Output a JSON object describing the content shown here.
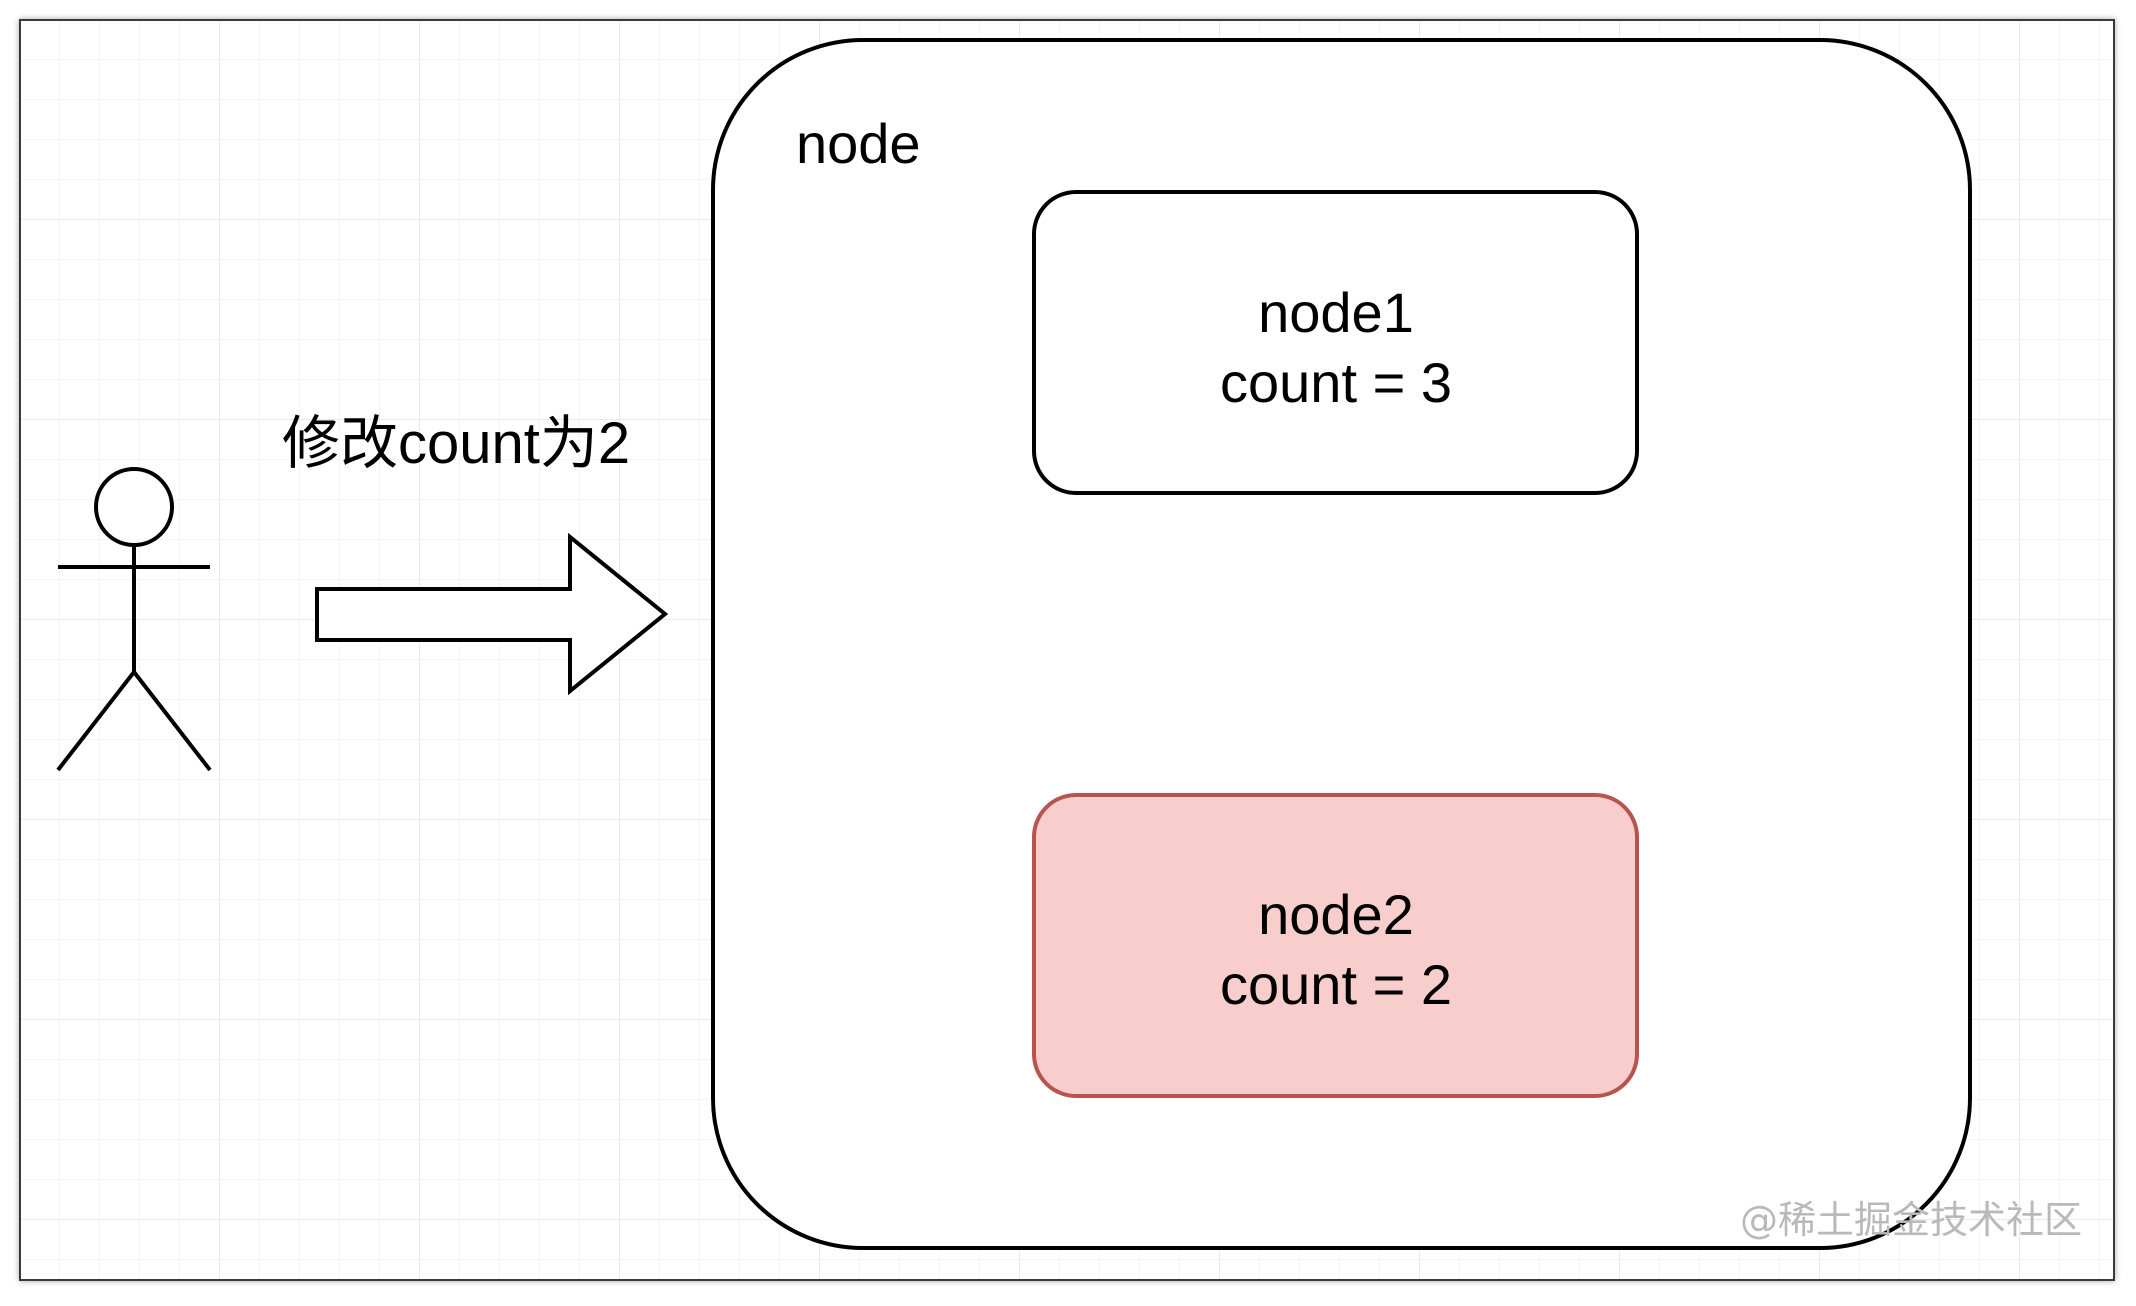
{
  "diagram": {
    "container_label": "node",
    "action_label": "修改count为2",
    "child_nodes": [
      {
        "name": "node1",
        "value_line": "count = 3",
        "highlight": false
      },
      {
        "name": "node2",
        "value_line": "count = 2",
        "highlight": true
      }
    ],
    "watermark": "@稀土掘金技术社区"
  },
  "colors": {
    "stroke": "#000000",
    "highlight_fill": "#f8cecc",
    "highlight_stroke": "#b85450",
    "grid": "#e9e9e9"
  },
  "icons": {
    "actor": "stick-figure-icon",
    "arrow": "block-arrow-right-icon"
  }
}
